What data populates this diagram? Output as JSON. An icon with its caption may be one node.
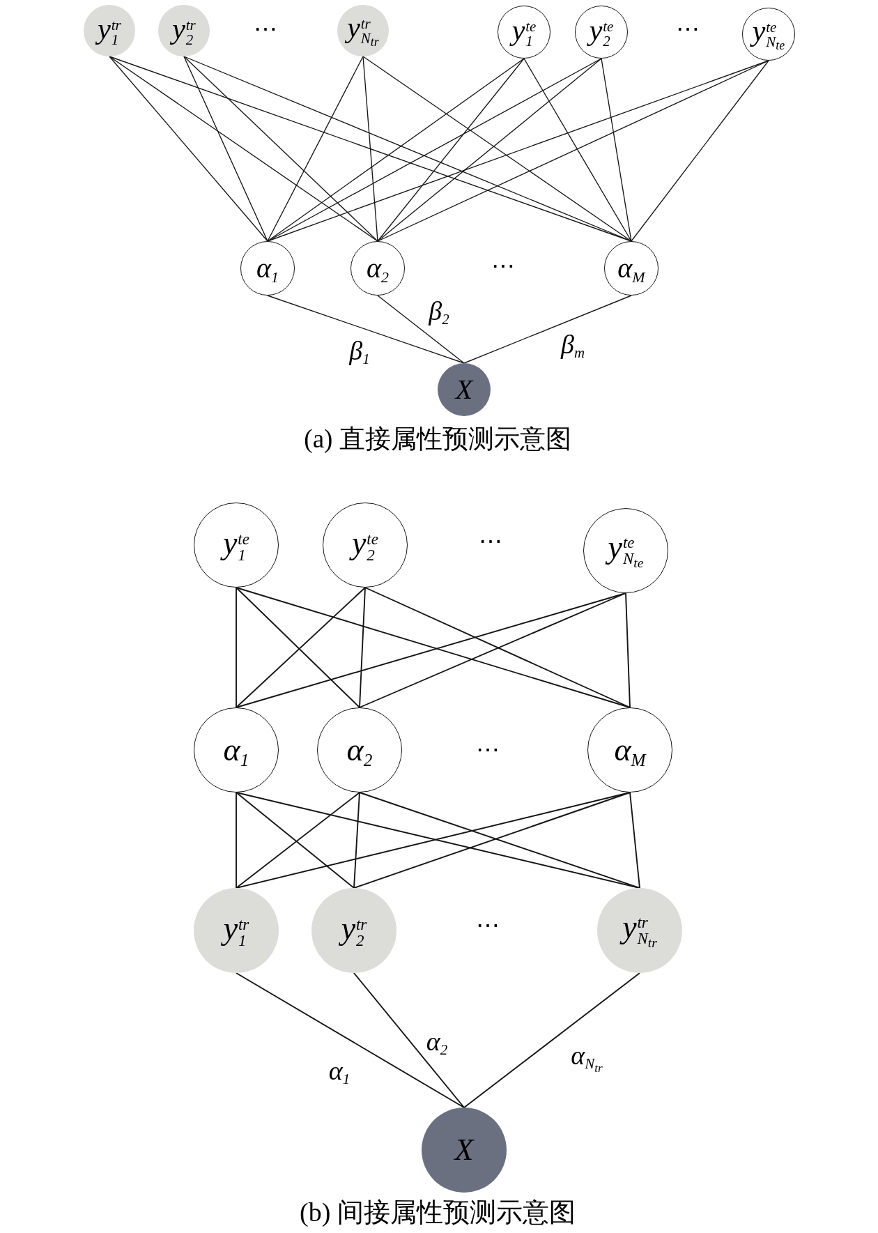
{
  "diagram": {
    "nodes": [
      {
        "text": [
          "y$^{tr}$$_{1}$"
        ]
      },
      {
        "text": [
          "y$^{tr}$$_{2}$"
        ]
      },
      {
        "text": [
          "y$^{tr}$$_{N}$$_{tr}$"
        ]
      },
      {
        "text": [
          "y$^{te}$$_{1}$"
        ]
      },
      {
        "text": [
          "y$^{te}$$_{2}$"
        ]
      },
      {
        "text": [
          "y$^{te}$$_{N}$$_{te}$"
        ]
      },
      {
        "text": [
          "α$_{1}$"
        ]
      },
      {
        "text": [
          "α$_{2}$"
        ]
      },
      {
        "text": [
          "α$_{M}$"
        ]
      },
      {
        "text": [
          "X"
        ]
      },
      {
        "text": [
          "y$^{te}$$_{1}$"
        ]
      },
      {
        "text": [
          "y$^{te}$$_{2}$"
        ]
      },
      {
        "text": [
          "y$^{te}$$_{N}$$_{te}$"
        ]
      },
      {
        "text": [
          "α$_{1}$"
        ]
      },
      {
        "text": [
          "α$_{2}$"
        ]
      },
      {
        "text": [
          "α$_{M}$"
        ]
      },
      {
        "text": [
          "y$^{tr}$$_{1}$"
        ]
      },
      {
        "text": [
          "y$^{tr}$$_{2}$"
        ]
      },
      {
        "text": [
          "y$^{tr}$$_{N}$$_{tr}$"
        ]
      },
      {
        "text": [
          "X"
        ]
      }
    ],
    "edges": [
      {
        "from": 0,
        "to": 6,
        "arrow": "none"
      },
      {
        "from": 0,
        "to": 7,
        "arrow": "none"
      },
      {
        "from": 0,
        "to": 8,
        "arrow": "none"
      },
      {
        "from": 1,
        "to": 6,
        "arrow": "none"
      },
      {
        "from": 1,
        "to": 7,
        "arrow": "none"
      },
      {
        "from": 1,
        "to": 8,
        "arrow": "none"
      },
      {
        "from": 2,
        "to": 6,
        "arrow": "none"
      },
      {
        "from": 2,
        "to": 7,
        "arrow": "none"
      },
      {
        "from": 2,
        "to": 8,
        "arrow": "none"
      },
      {
        "from": 3,
        "to": 6,
        "arrow": "none"
      },
      {
        "from": 3,
        "to": 7,
        "arrow": "none"
      },
      {
        "from": 3,
        "to": 8,
        "arrow": "none"
      },
      {
        "from": 4,
        "to": 6,
        "arrow": "none"
      },
      {
        "from": 4,
        "to": 7,
        "arrow": "none"
      },
      {
        "from": 4,
        "to": 8,
        "arrow": "none"
      },
      {
        "from": 5,
        "to": 6,
        "arrow": "none"
      },
      {
        "from": 5,
        "to": 7,
        "arrow": "none"
      },
      {
        "from": 5,
        "to": 8,
        "arrow": "none"
      },
      {
        "from": 6,
        "to": 9,
        "arrow": "none",
        "label": "β$_{1}$"
      },
      {
        "from": 7,
        "to": 9,
        "arrow": "none",
        "label": "β$_{2}$"
      },
      {
        "from": 8,
        "to": 9,
        "arrow": "none",
        "label": "β$_{m}$"
      },
      {
        "from": 10,
        "to": 13,
        "arrow": "none"
      },
      {
        "from": 10,
        "to": 14,
        "arrow": "none"
      },
      {
        "from": 10,
        "to": 15,
        "arrow": "none"
      },
      {
        "from": 11,
        "to": 13,
        "arrow": "none"
      },
      {
        "from": 11,
        "to": 14,
        "arrow": "none"
      },
      {
        "from": 11,
        "to": 15,
        "arrow": "none"
      },
      {
        "from": 12,
        "to": 13,
        "arrow": "none"
      },
      {
        "from": 12,
        "to": 14,
        "arrow": "none"
      },
      {
        "from": 12,
        "to": 15,
        "arrow": "none"
      },
      {
        "from": 13,
        "to": 16,
        "arrow": "none"
      },
      {
        "from": 13,
        "to": 17,
        "arrow": "none"
      },
      {
        "from": 13,
        "to": 18,
        "arrow": "none"
      },
      {
        "from": 14,
        "to": 16,
        "arrow": "none"
      },
      {
        "from": 14,
        "to": 17,
        "arrow": "none"
      },
      {
        "from": 14,
        "to": 18,
        "arrow": "none"
      },
      {
        "from": 15,
        "to": 16,
        "arrow": "none"
      },
      {
        "from": 15,
        "to": 17,
        "arrow": "none"
      },
      {
        "from": 15,
        "to": 18,
        "arrow": "none"
      },
      {
        "from": 16,
        "to": 19,
        "arrow": "none",
        "label": "α$_{1}$"
      },
      {
        "from": 17,
        "to": 19,
        "arrow": "none",
        "label": "α$_{2}$"
      },
      {
        "from": 18,
        "to": 19,
        "arrow": "none",
        "label": "α$_{N}$$_{tr}$"
      }
    ],
    "labels": [
      "⋯",
      "⋯",
      "⋯",
      "(a) 直接属性预测示意图",
      "⋯",
      "⋯",
      "⋯",
      "(b) 间接属性预测示意图"
    ]
  }
}
